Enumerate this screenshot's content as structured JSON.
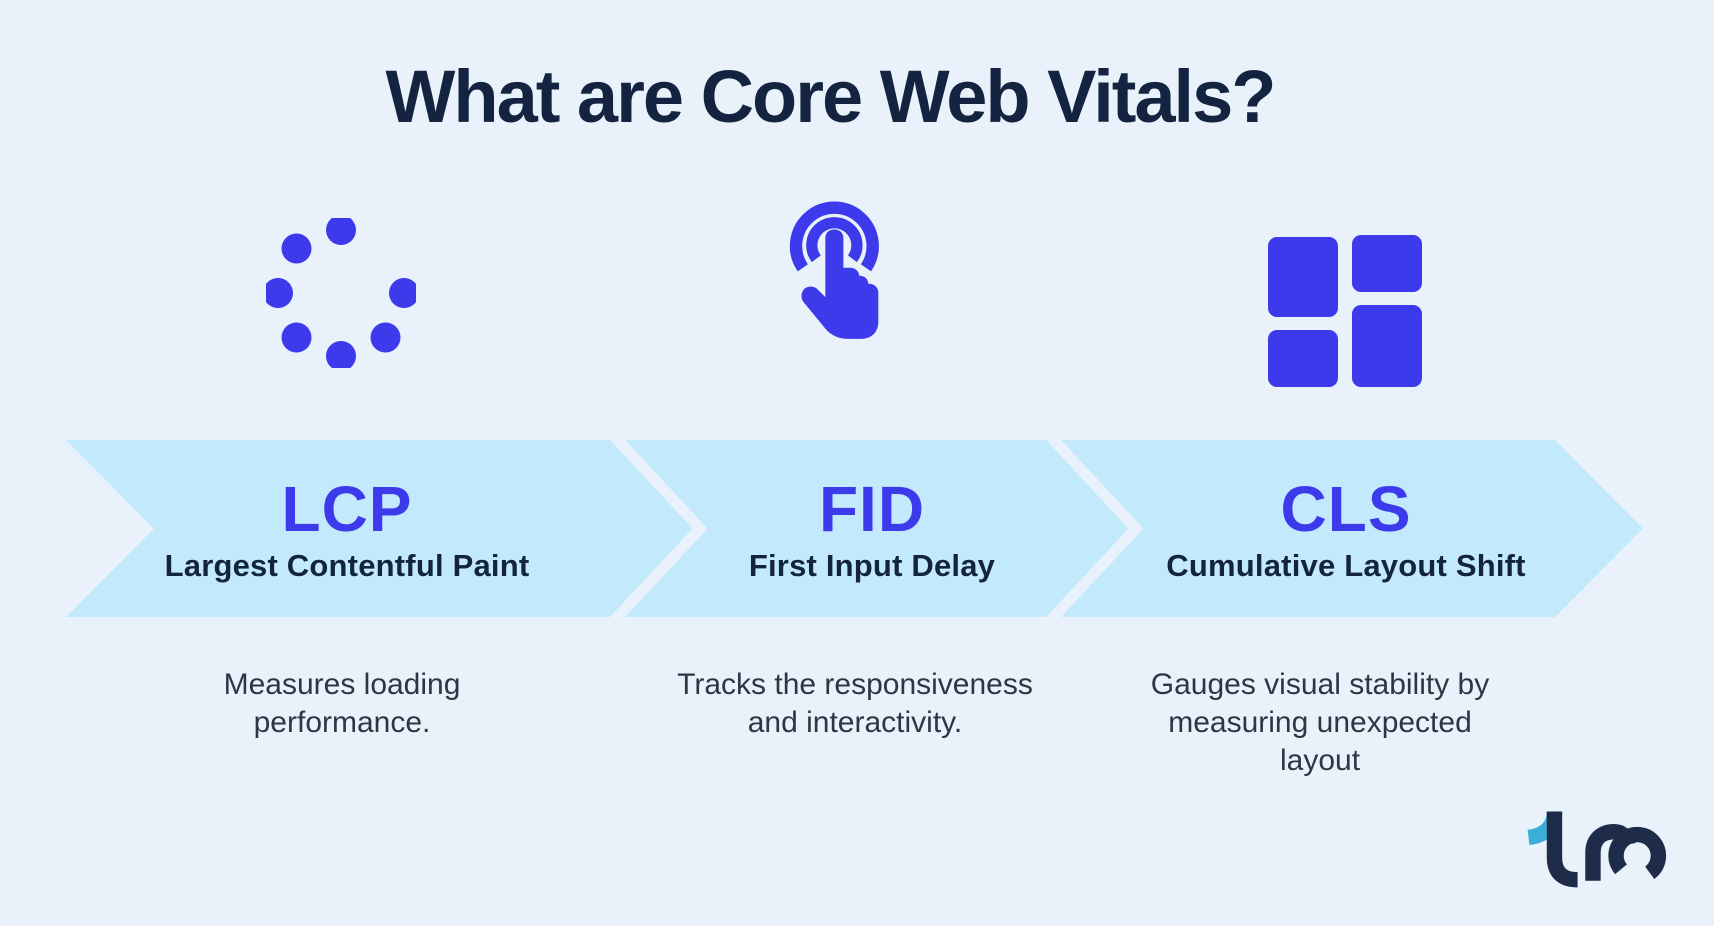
{
  "title": "What are Core Web Vitals?",
  "columns": [
    {
      "icon": "loading-spinner-icon",
      "acronym": "LCP",
      "name": "Largest Contentful Paint",
      "description": "Measures loading\nperformance."
    },
    {
      "icon": "tap-icon",
      "acronym": "FID",
      "name": "First Input Delay",
      "description": "Tracks the responsiveness\nand interactivity."
    },
    {
      "icon": "layout-grid-icon",
      "acronym": "CLS",
      "name": "Cumulative Layout Shift",
      "description": "Gauges visual stability by\nmeasuring unexpected\nlayout"
    }
  ],
  "logo": {
    "brand": "tro"
  },
  "colors": {
    "background": "#e9f2fa",
    "band": "#c3e9fc",
    "accent": "#3d3aec",
    "navy": "#142440",
    "text": "#2b3744",
    "logo_teal": "#3aaed6",
    "logo_navy": "#1e2b49"
  }
}
